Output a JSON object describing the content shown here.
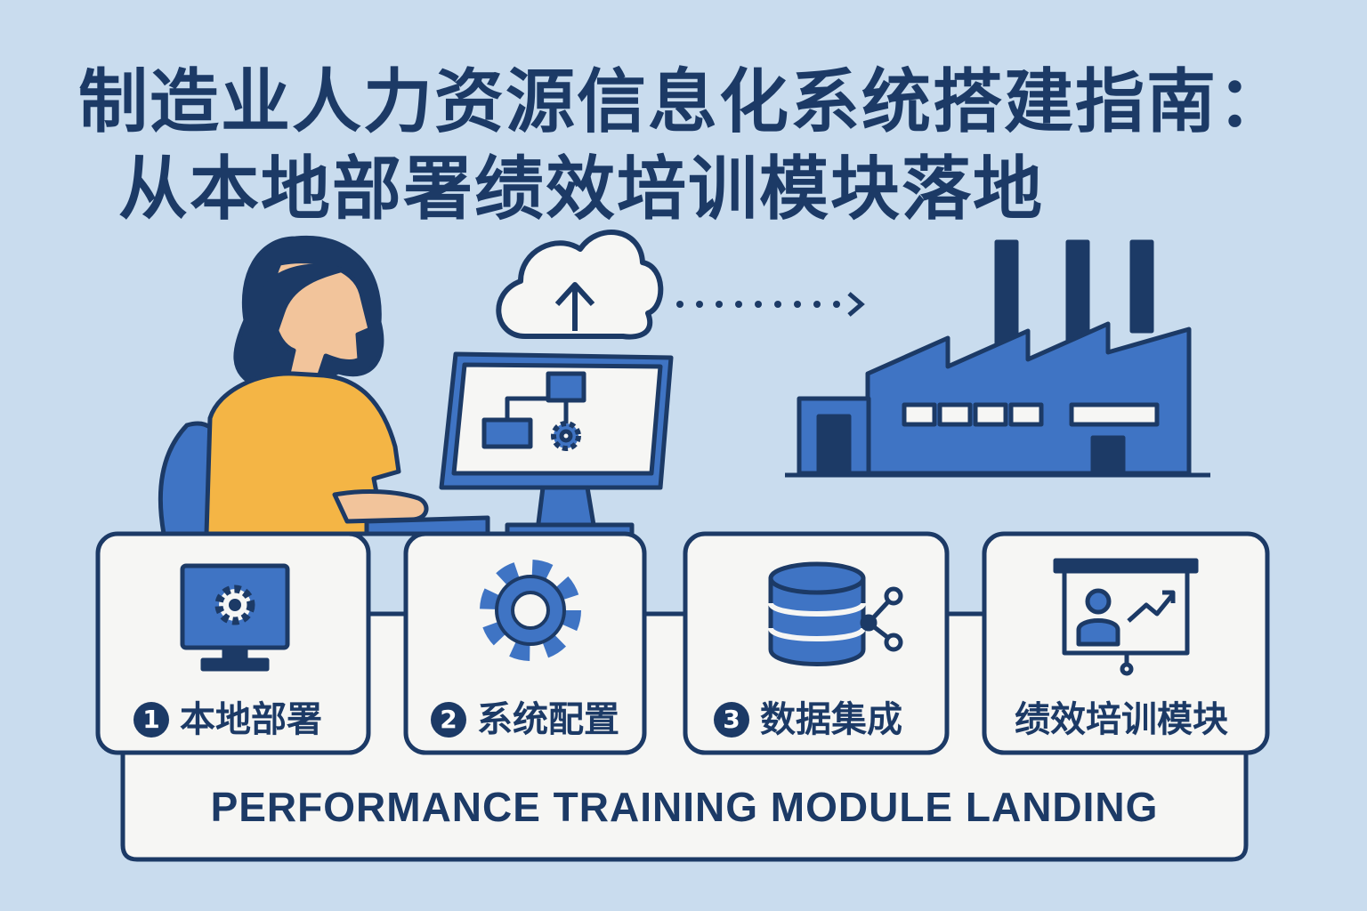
{
  "title": {
    "line1": "制造业人力资源信息化系统搭建指南：",
    "line2": "从本地部署绩效培训模块落地"
  },
  "steps": [
    {
      "number": "1",
      "label": "本地部署",
      "icon": "monitor-gear-icon"
    },
    {
      "number": "2",
      "label": "系统配置",
      "icon": "gear-icon"
    },
    {
      "number": "3",
      "label": "数据集成",
      "icon": "database-share-icon"
    },
    {
      "number": "",
      "label": "绩效培训模块",
      "icon": "presentation-chart-icon"
    }
  ],
  "footer": {
    "label": "PERFORMANCE TRAINING MODULE LANDING"
  },
  "colors": {
    "background": "#c9dcee",
    "navy": "#1c3a66",
    "blue": "#3f74c4",
    "yellow": "#f4b545",
    "skin": "#f2c49b",
    "card": "#f6f6f4"
  }
}
